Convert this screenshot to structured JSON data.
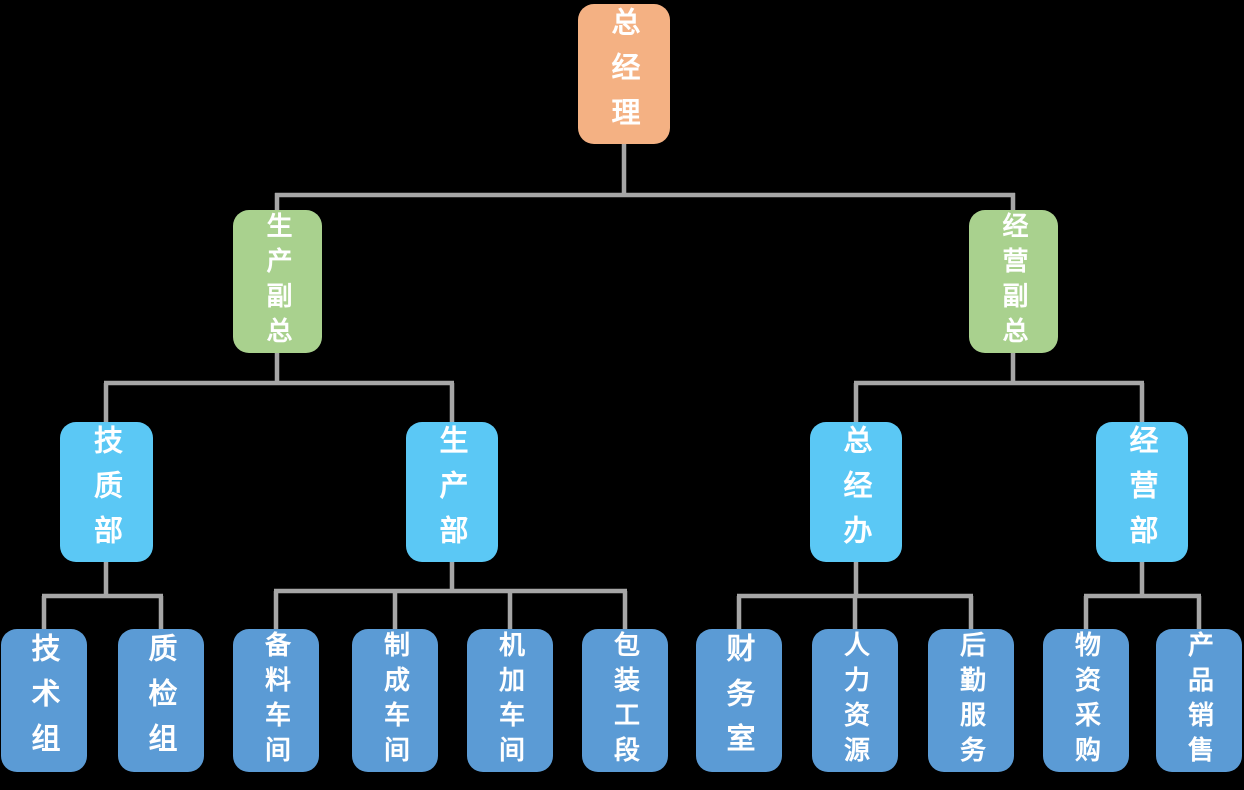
{
  "diagram": {
    "type": "org-chart",
    "background": "#000000",
    "connector_color": "#A6A6A6",
    "text_color": "#FFFFFF",
    "node_colors": {
      "level1": "#F4B183",
      "level2": "#A9D18E",
      "level3": "#5BC8F5",
      "level4": "#5B9BD5"
    },
    "levels": {
      "l1": {
        "label": "总经理"
      },
      "l2": [
        {
          "label": "生产副总",
          "parent": "总经理"
        },
        {
          "label": "经营副总",
          "parent": "总经理"
        }
      ],
      "l3": [
        {
          "label": "技质部",
          "parent": "生产副总"
        },
        {
          "label": "生产部",
          "parent": "生产副总"
        },
        {
          "label": "总经办",
          "parent": "经营副总"
        },
        {
          "label": "经营部",
          "parent": "经营副总"
        }
      ],
      "l4": [
        {
          "label": "技术组",
          "parent": "技质部"
        },
        {
          "label": "质检组",
          "parent": "技质部"
        },
        {
          "label": "备料车间",
          "parent": "生产部"
        },
        {
          "label": "制成车间",
          "parent": "生产部"
        },
        {
          "label": "机加车间",
          "parent": "生产部"
        },
        {
          "label": "包装工段",
          "parent": "生产部"
        },
        {
          "label": "财务室",
          "parent": "总经办"
        },
        {
          "label": "人力资源",
          "parent": "总经办"
        },
        {
          "label": "后勤服务",
          "parent": "总经办"
        },
        {
          "label": "物资采购",
          "parent": "经营部"
        },
        {
          "label": "产品销售",
          "parent": "经营部"
        }
      ]
    }
  }
}
